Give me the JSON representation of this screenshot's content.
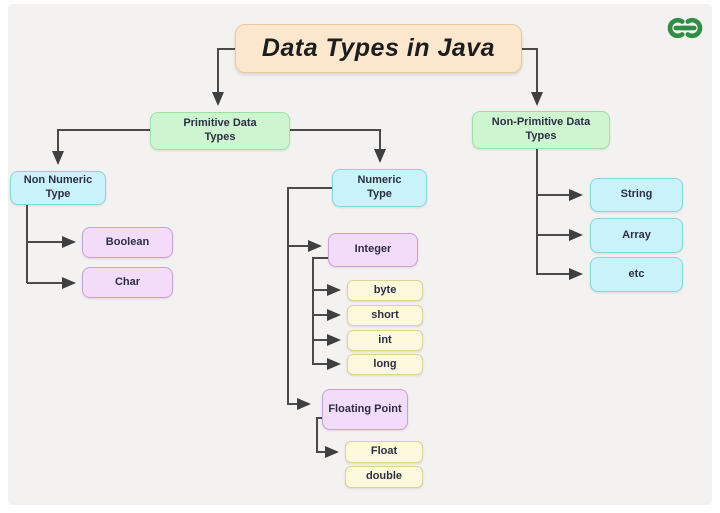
{
  "diagram": {
    "title": "Data Types in Java",
    "nodes": {
      "primitive": "Primitive Data Types",
      "non_primitive": "Non-Primitive Data Types",
      "non_numeric": "Non Numeric Type",
      "numeric": "Numeric Type",
      "boolean": "Boolean",
      "char": "Char",
      "integer": "Integer",
      "byte": "byte",
      "short": "short",
      "int": "int",
      "long": "long",
      "floating_point": "Floating Point",
      "float": "Float",
      "double": "double",
      "string": "String",
      "array": "Array",
      "etc": "etc"
    },
    "hierarchy": {
      "Data Types in Java": [
        "Primitive Data Types",
        "Non-Primitive Data Types"
      ],
      "Primitive Data Types": [
        "Non Numeric Type",
        "Numeric Type"
      ],
      "Non Numeric Type": [
        "Boolean",
        "Char"
      ],
      "Numeric Type": [
        "Integer",
        "Floating Point"
      ],
      "Integer": [
        "byte",
        "short",
        "int",
        "long"
      ],
      "Floating Point": [
        "Float",
        "double"
      ],
      "Non-Primitive Data Types": [
        "String",
        "Array",
        "etc"
      ]
    },
    "colors": {
      "background": "#f3f2f0",
      "title_fill": "#fbe7cd",
      "title_border": "#e8c9a0",
      "category_green": "#cdf5cf",
      "type_cyan": "#c9f3f9",
      "group_purple": "#f3dcf9",
      "leaf_yellow": "#fbf8dc",
      "connector": "#4a4a4a",
      "logo_green": "#2f8d46"
    }
  }
}
